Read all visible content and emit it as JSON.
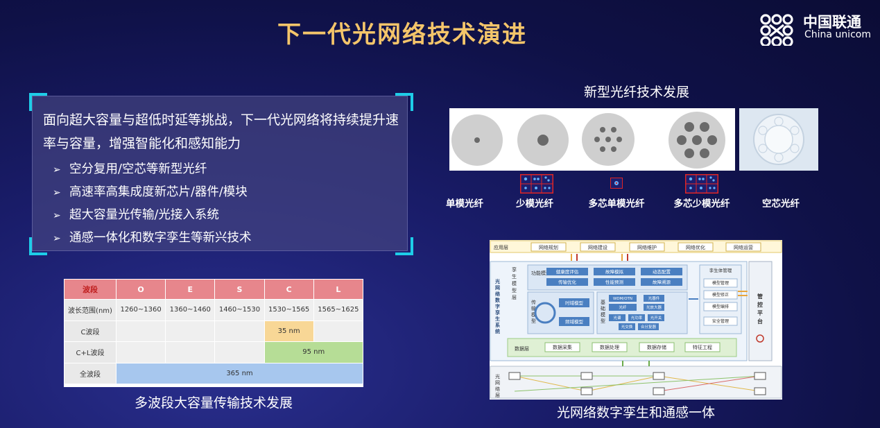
{
  "header": {
    "title": "下一代光网络技术演进",
    "logo_cn": "中国联通",
    "logo_en": "China unicom"
  },
  "intro": {
    "text": "面向超大容量与超低时延等挑战，下一代光网络将持续提升速率与容量，增强智能化和感知能力",
    "bullets": [
      "空分复用/空芯等新型光纤",
      "高速率高集成度新芯片/器件/模块",
      "超大容量光传输/光接入系统",
      "通感一体化和数字孪生等新兴技术"
    ]
  },
  "wavelength_table": {
    "headers": [
      "波段",
      "O",
      "E",
      "S",
      "C",
      "L"
    ],
    "range_label": "波长范围(nm)",
    "ranges": [
      "1260~1360",
      "1360~1460",
      "1460~1530",
      "1530~1565",
      "1565~1625"
    ],
    "c_band_label": "C波段",
    "c_band_value": "35 nm",
    "cl_band_label": "C+L波段",
    "cl_band_value": "95 nm",
    "full_band_label": "全波段",
    "full_band_value": "365 nm",
    "caption": "多波段大容量传输技术发展"
  },
  "fiber": {
    "title": "新型光纤技术发展",
    "labels": [
      "单模光纤",
      "少模光纤",
      "多芯单模光纤",
      "多芯少模光纤",
      "空芯光纤"
    ]
  },
  "twin": {
    "app_layer": "应用层",
    "app_items": [
      "网络规划",
      "网络建设",
      "网络维护",
      "网络优化",
      "网络运营"
    ],
    "twin_layer": "光网络数字孪生系统",
    "sub_layer": "孪生模型层",
    "func_model": "功能模型",
    "func_items": [
      "健康度评估",
      "故障模拟",
      "动态配置",
      "传输优化",
      "性能预测",
      "故障溯源"
    ],
    "transport_model": "传输模型",
    "transport_items": [
      "时域模型",
      "频域模型"
    ],
    "base_model": "基础模型",
    "base_items": [
      "WDM/OTN",
      "光器件",
      "光纤",
      "光放大器",
      "光谱",
      "光功率",
      "光开关",
      "光交换",
      "合分复器"
    ],
    "manage_title": "孪生体管理",
    "manage_items": [
      "模型管理",
      "模型修正",
      "模型编排",
      "安全管理"
    ],
    "data_layer": "数据层",
    "data_items": [
      "数据采集",
      "数据处理",
      "数据存储",
      "特征工程"
    ],
    "control_platform": "管控平台",
    "optical_layer": "光网络层",
    "caption": "光网络数字孪生和通感一体"
  }
}
